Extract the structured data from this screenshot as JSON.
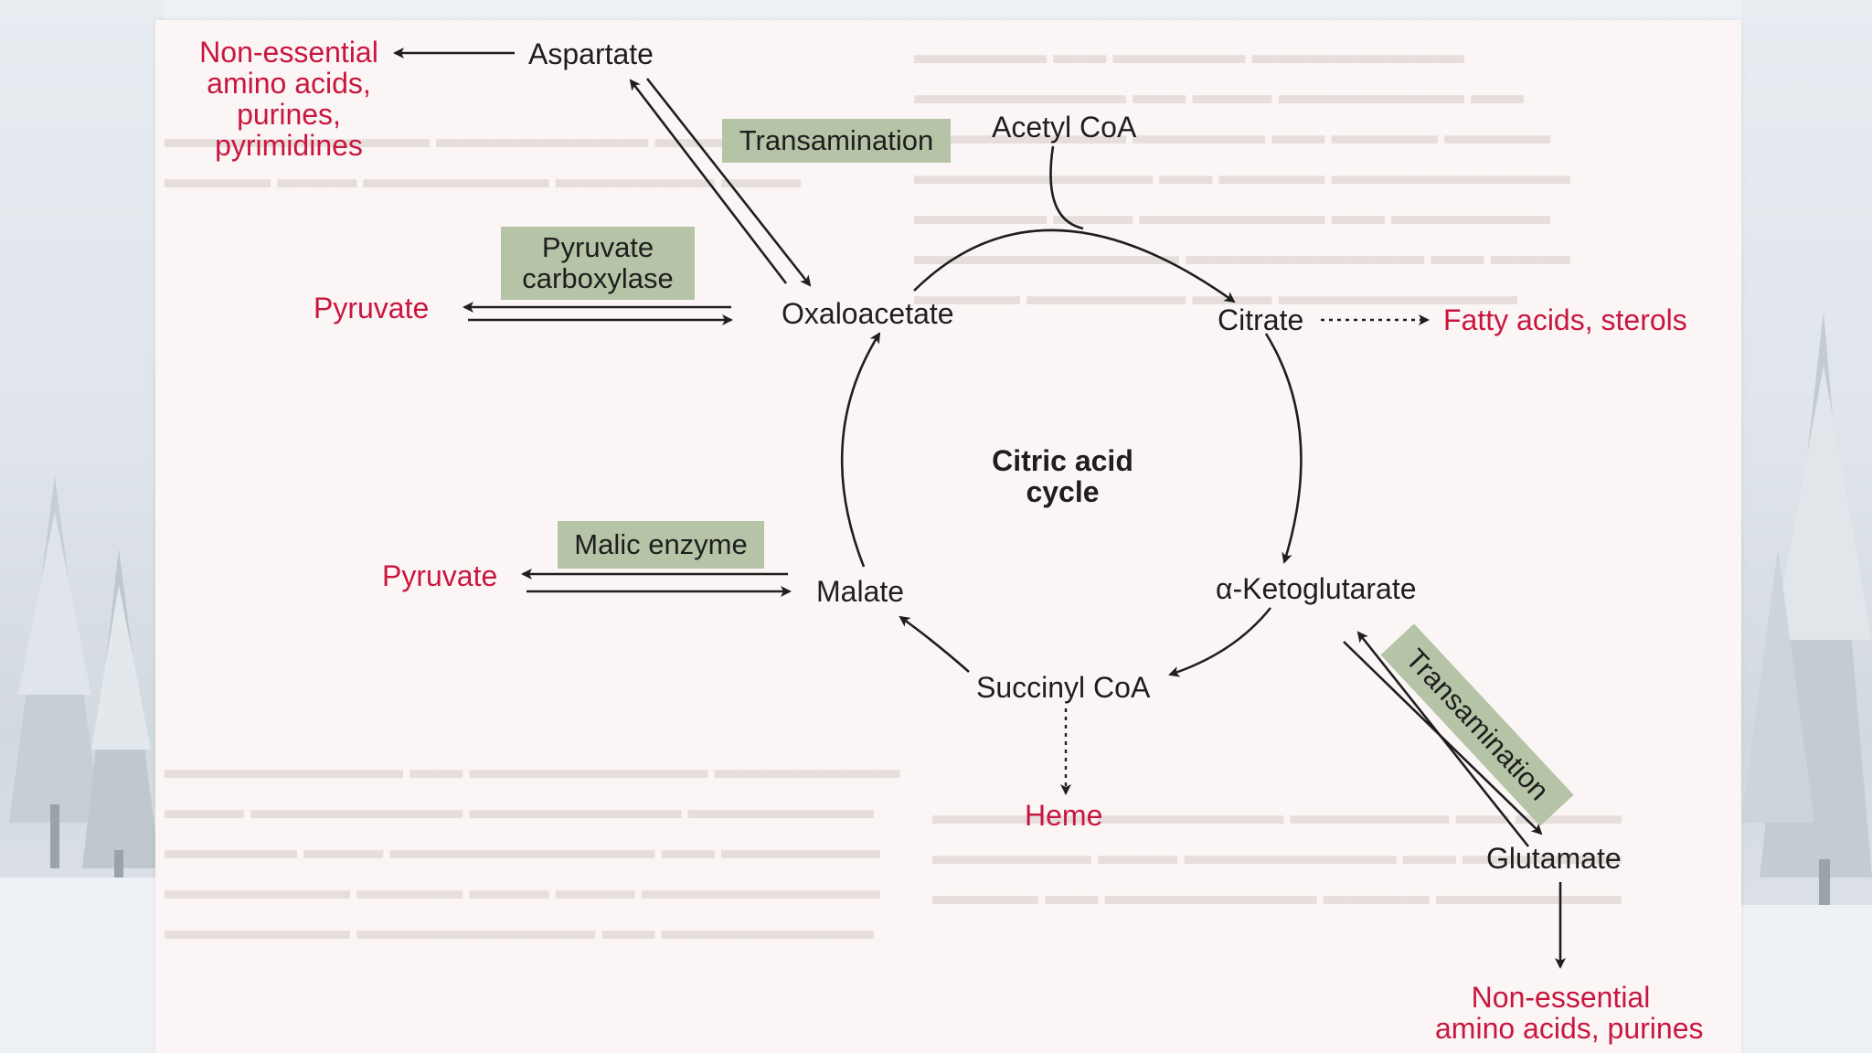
{
  "diagram": {
    "nodes": {
      "acetyl_coa": "Acetyl CoA",
      "citrate": "Citrate",
      "oxaloacetate": "Oxaloacetate",
      "malate": "Malate",
      "succinyl_coa": "Succinyl CoA",
      "alpha_ketoglutarate": "α-Ketoglutarate",
      "aspartate": "Aspartate",
      "glutamate": "Glutamate",
      "heme": "Heme",
      "fatty_acids": "Fatty acids, sterols",
      "pyruvate_top": "Pyruvate",
      "pyruvate_bottom": "Pyruvate"
    },
    "cycle_label_line1": "Citric acid",
    "cycle_label_line2": "cycle",
    "products_top_left": [
      "Non-essential",
      "amino acids,",
      "purines,",
      "pyrimidines"
    ],
    "products_bottom_right": [
      "Non-essential",
      "amino acids, purines"
    ],
    "enzymes": {
      "transamination_top": "Transamination",
      "pyruvate_carboxylase_line1": "Pyruvate",
      "pyruvate_carboxylase_line2": "carboxylase",
      "malic_enzyme": "Malic enzyme",
      "transamination_right": "Transamination"
    }
  },
  "colors": {
    "node_text": "#1e1e1e",
    "product_text": "#c9163f",
    "enzyme_box": "#b5c4a6",
    "page_background": "#fbf6f5"
  }
}
